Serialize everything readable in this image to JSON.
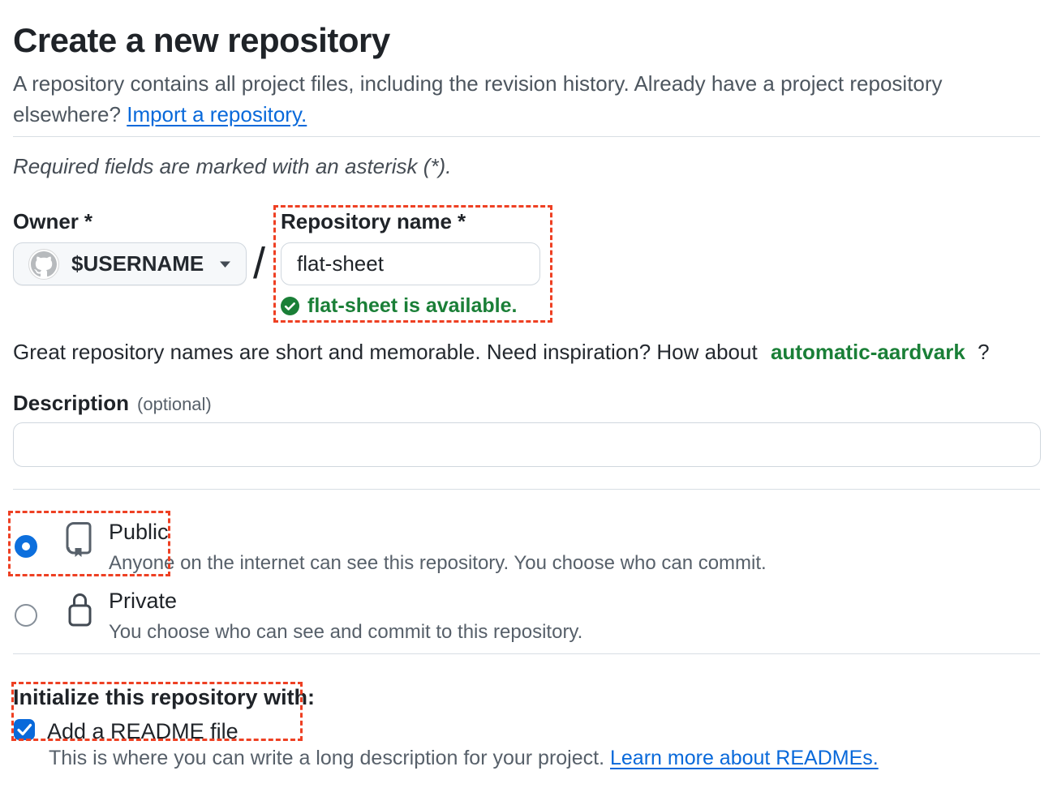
{
  "page": {
    "title": "Create a new repository",
    "intro_line1": "A repository contains all project files, including the revision history. Already have a project repository",
    "intro_line2_prefix": "elsewhere?",
    "import_link": "Import a repository.",
    "required_note": "Required fields are marked with an asterisk (*)."
  },
  "owner": {
    "label": "Owner",
    "required_mark": "*",
    "value": "$USERNAME",
    "separator": "/"
  },
  "repo_name": {
    "label": "Repository name",
    "required_mark": "*",
    "value": "flat-sheet",
    "availability_message": "flat-sheet is available."
  },
  "suggestion": {
    "prefix": "Great repository names are short and memorable. Need inspiration? How about",
    "name": "automatic-aardvark",
    "suffix": "?"
  },
  "description": {
    "label": "Description",
    "optional": "(optional)",
    "value": ""
  },
  "visibility": {
    "public": {
      "label": "Public",
      "description": "Anyone on the internet can see this repository. You choose who can commit.",
      "selected": true
    },
    "private": {
      "label": "Private",
      "description": "You choose who can see and commit to this repository.",
      "selected": false
    }
  },
  "initialize": {
    "heading": "Initialize this repository with:",
    "readme_label": "Add a README file",
    "readme_checked": true,
    "note": "This is where you can write a long description for your project.",
    "note_link": "Learn more about READMEs."
  },
  "colors": {
    "accent_blue": "#0969da",
    "success_green": "#1a7f37",
    "annotation_red": "#ee4023",
    "border_gray": "#d0d7de",
    "muted_text": "#57606a",
    "default_text": "#1f2328",
    "button_bg": "#f6f8fa"
  }
}
